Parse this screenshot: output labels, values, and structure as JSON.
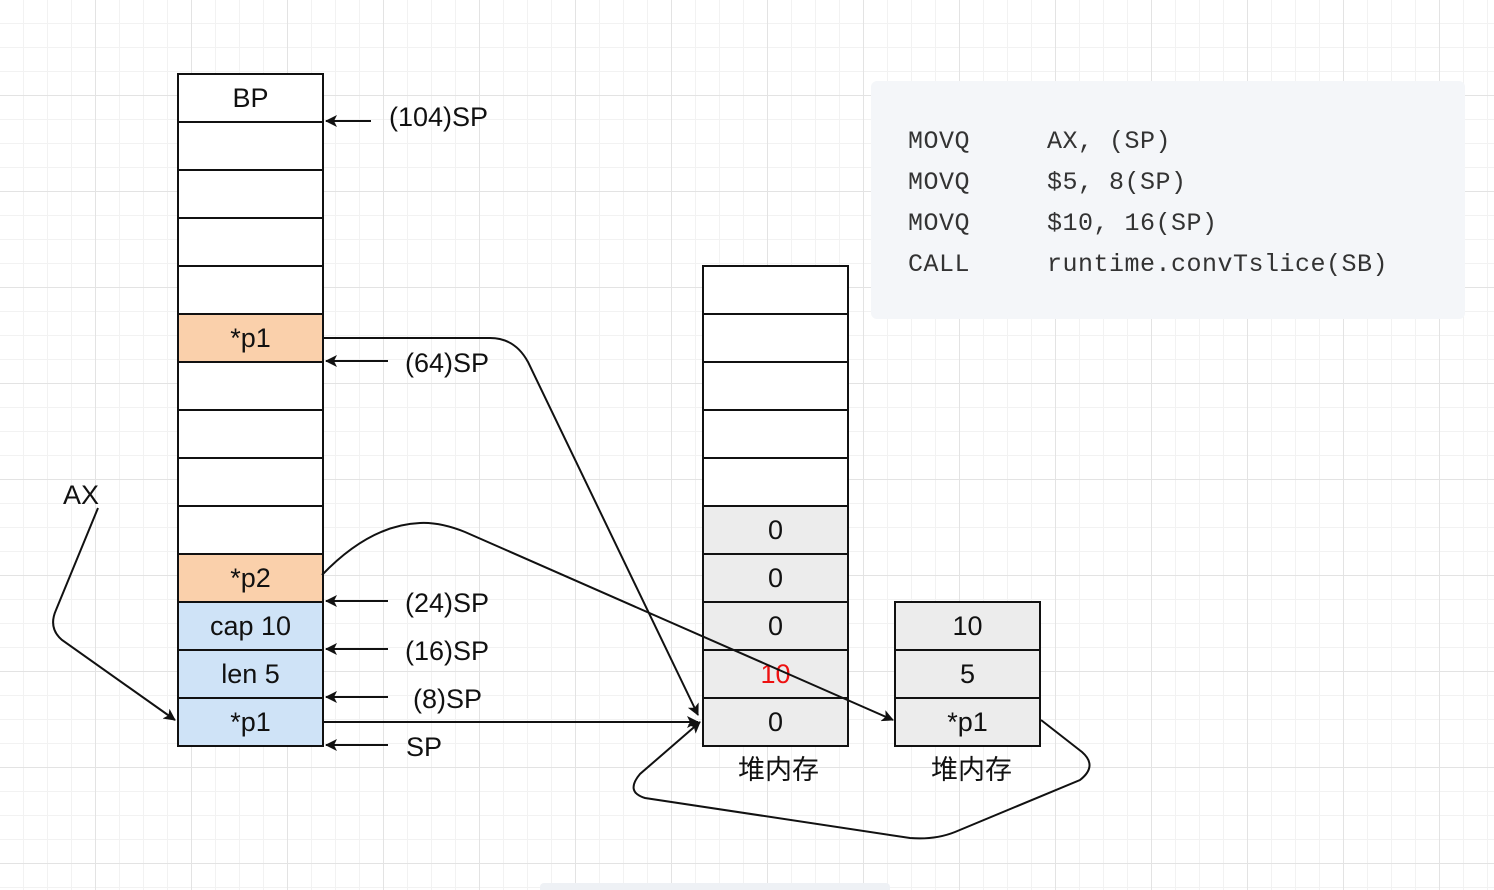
{
  "stack": {
    "cells": [
      {
        "label": "BP",
        "color": "white"
      },
      {
        "label": "",
        "color": "white"
      },
      {
        "label": "",
        "color": "white"
      },
      {
        "label": "",
        "color": "white"
      },
      {
        "label": "",
        "color": "white"
      },
      {
        "label": "*p1",
        "color": "orange"
      },
      {
        "label": "",
        "color": "white"
      },
      {
        "label": "",
        "color": "white"
      },
      {
        "label": "",
        "color": "white"
      },
      {
        "label": "",
        "color": "white"
      },
      {
        "label": "*p2",
        "color": "orange"
      },
      {
        "label": "cap 10",
        "color": "blue"
      },
      {
        "label": "len 5",
        "color": "blue"
      },
      {
        "label": "*p1",
        "color": "blue"
      }
    ],
    "sp_labels": [
      "(104)SP",
      "(64)SP",
      "(24)SP",
      "(16)SP",
      "(8)SP",
      "SP"
    ]
  },
  "register_label": "AX",
  "heap1": {
    "cells": [
      {
        "label": "",
        "color": "white"
      },
      {
        "label": "",
        "color": "white"
      },
      {
        "label": "",
        "color": "white"
      },
      {
        "label": "",
        "color": "white"
      },
      {
        "label": "",
        "color": "white"
      },
      {
        "label": "0",
        "color": "gray"
      },
      {
        "label": "0",
        "color": "gray"
      },
      {
        "label": "0",
        "color": "gray"
      },
      {
        "label": "10",
        "color": "gray",
        "text_color": "#ee1111"
      },
      {
        "label": "0",
        "color": "gray"
      }
    ],
    "caption": "堆内存"
  },
  "heap2": {
    "cells": [
      {
        "label": "10",
        "color": "gray"
      },
      {
        "label": "5",
        "color": "gray"
      },
      {
        "label": "*p1",
        "color": "gray"
      }
    ],
    "caption": "堆内存"
  },
  "code": {
    "lines": [
      {
        "op": "MOVQ",
        "args": "AX, (SP)"
      },
      {
        "op": "MOVQ",
        "args": "$5, 8(SP)"
      },
      {
        "op": "MOVQ",
        "args": "$10, 16(SP)"
      },
      {
        "op": "CALL",
        "args": "runtime.convTslice(SB)"
      }
    ]
  }
}
